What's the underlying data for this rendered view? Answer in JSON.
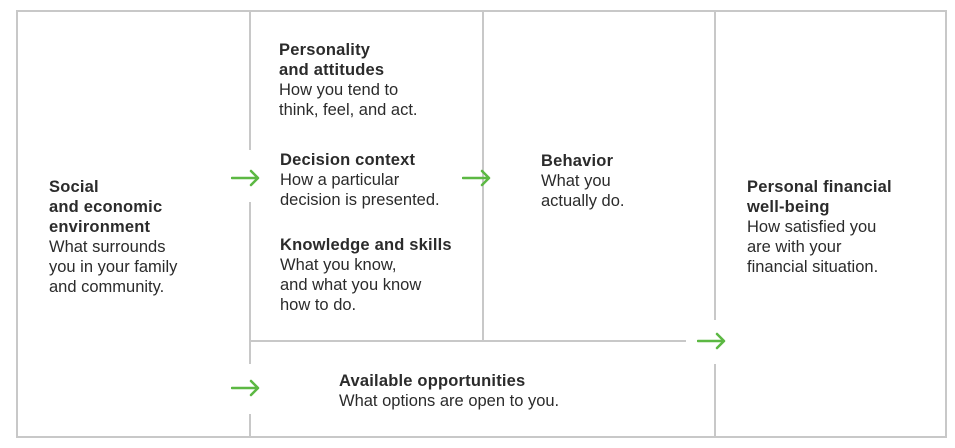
{
  "social": {
    "title_lines": [
      "Social",
      "and economic",
      "environment"
    ],
    "desc_lines": [
      "What surrounds",
      "you in your family",
      "and community."
    ]
  },
  "personality": {
    "title_lines": [
      "Personality",
      "and attitudes"
    ],
    "desc_lines": [
      "How you tend to",
      "think, feel, and act."
    ]
  },
  "decision": {
    "title_lines": [
      "Decision context"
    ],
    "desc_lines": [
      "How a particular",
      "decision is presented."
    ]
  },
  "knowledge": {
    "title_lines": [
      "Knowledge and skills"
    ],
    "desc_lines": [
      "What you know,",
      "and what you know",
      "how to do."
    ]
  },
  "behavior": {
    "title_lines": [
      "Behavior"
    ],
    "desc_lines": [
      "What you",
      "actually do."
    ]
  },
  "wellbeing": {
    "title_lines": [
      "Personal financial",
      "well-being"
    ],
    "desc_lines": [
      "How satisfied you",
      "are with your",
      "financial situation."
    ]
  },
  "opportunities": {
    "title_lines": [
      "Available opportunities"
    ],
    "desc_lines": [
      "What options are open to you."
    ]
  },
  "colors": {
    "arrow": "#5cb843",
    "border": "#c8c8c8",
    "text": "#2b2b2b"
  },
  "icons": {
    "arrow": "right-arrow-icon"
  }
}
